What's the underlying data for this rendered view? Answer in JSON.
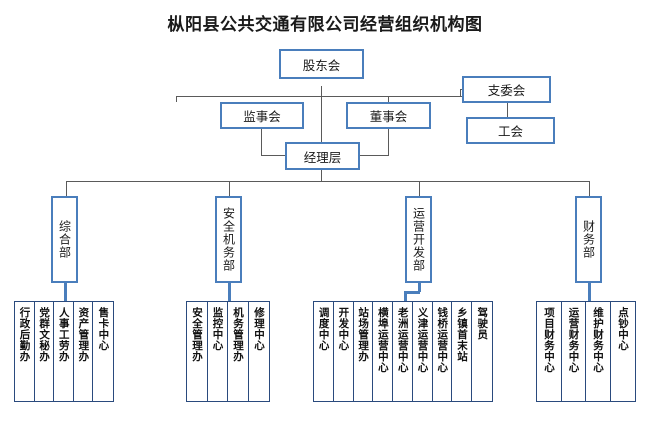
{
  "title": "枞阳县公共交通有限公司经营组织机构图",
  "colors": {
    "node_border": "#4a7ebc",
    "leaf_border": "#2a4a7d",
    "connector": "#5a5a5a",
    "text": "#1a1a1a",
    "background": "#ffffff"
  },
  "top": {
    "shareholders": "股东会",
    "supervisors": "监事会",
    "board": "董事会",
    "management": "经理层",
    "party_committee": "支委会",
    "union": "工会"
  },
  "departments": [
    {
      "name": "综合部"
    },
    {
      "name": "安全机务部"
    },
    {
      "name": "运营开发部"
    },
    {
      "name": "财务部"
    }
  ],
  "units": {
    "general": [
      "行政后勤办",
      "党群文秘办",
      "人事工劳办",
      "资产管理办",
      "售卡中心"
    ],
    "safety": [
      "安全管理办",
      "监控中心",
      "机务管理办",
      "修理中心"
    ],
    "operations": [
      "调度中心",
      "开发中心",
      "站场管理办",
      "横埠运营中心",
      "老洲运营中心",
      "义津运营中心",
      "钱桥运营中心",
      "乡镇首末站",
      "驾驶员"
    ],
    "finance": [
      "项目财务中心",
      "运营财务中心",
      "维护财务中心",
      "点钞中心"
    ]
  },
  "chart_data": {
    "type": "org-chart",
    "title": "枞阳县公共交通有限公司经营组织机构图",
    "nodes": [
      {
        "id": "shareholders",
        "label": "股东会",
        "level": 0
      },
      {
        "id": "supervisors",
        "label": "监事会",
        "level": 1
      },
      {
        "id": "board",
        "label": "董事会",
        "level": 1
      },
      {
        "id": "party_committee",
        "label": "支委会",
        "level": 1
      },
      {
        "id": "union",
        "label": "工会",
        "level": 2
      },
      {
        "id": "management",
        "label": "经理层",
        "level": 2
      },
      {
        "id": "dept_general",
        "label": "综合部",
        "level": 3
      },
      {
        "id": "dept_safety",
        "label": "安全机务部",
        "level": 3
      },
      {
        "id": "dept_operations",
        "label": "运营开发部",
        "level": 3
      },
      {
        "id": "dept_finance",
        "label": "财务部",
        "level": 3
      }
    ],
    "edges": [
      {
        "from": "shareholders",
        "to": "supervisors"
      },
      {
        "from": "shareholders",
        "to": "board"
      },
      {
        "from": "shareholders",
        "to": "party_committee"
      },
      {
        "from": "shareholders",
        "to": "management"
      },
      {
        "from": "party_committee",
        "to": "union"
      },
      {
        "from": "supervisors",
        "to": "management"
      },
      {
        "from": "board",
        "to": "management"
      },
      {
        "from": "management",
        "to": "dept_general"
      },
      {
        "from": "management",
        "to": "dept_safety"
      },
      {
        "from": "management",
        "to": "dept_operations"
      },
      {
        "from": "management",
        "to": "dept_finance"
      }
    ]
  }
}
